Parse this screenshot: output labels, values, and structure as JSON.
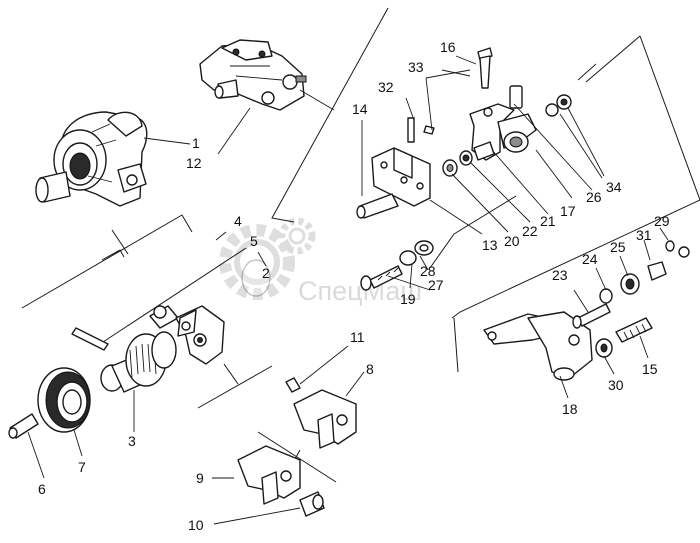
{
  "watermark": {
    "text": "СпецМаш",
    "color": "#bdbdbd"
  },
  "colors": {
    "ink": "#1a1a1a",
    "background": "#ffffff"
  },
  "labels": [
    {
      "id": "1",
      "text": "1"
    },
    {
      "id": "2",
      "text": "2"
    },
    {
      "id": "3",
      "text": "3"
    },
    {
      "id": "4",
      "text": "4"
    },
    {
      "id": "5",
      "text": "5"
    },
    {
      "id": "6",
      "text": "6"
    },
    {
      "id": "7",
      "text": "7"
    },
    {
      "id": "8",
      "text": "8"
    },
    {
      "id": "9",
      "text": "9"
    },
    {
      "id": "10",
      "text": "10"
    },
    {
      "id": "11",
      "text": "11"
    },
    {
      "id": "12",
      "text": "12"
    },
    {
      "id": "13",
      "text": "13"
    },
    {
      "id": "14",
      "text": "14"
    },
    {
      "id": "15",
      "text": "15"
    },
    {
      "id": "16",
      "text": "16"
    },
    {
      "id": "17",
      "text": "17"
    },
    {
      "id": "18",
      "text": "18"
    },
    {
      "id": "19",
      "text": "19"
    },
    {
      "id": "20",
      "text": "20"
    },
    {
      "id": "21",
      "text": "21"
    },
    {
      "id": "22",
      "text": "22"
    },
    {
      "id": "23",
      "text": "23"
    },
    {
      "id": "24",
      "text": "24"
    },
    {
      "id": "25",
      "text": "25"
    },
    {
      "id": "26",
      "text": "26"
    },
    {
      "id": "27",
      "text": "27"
    },
    {
      "id": "28",
      "text": "28"
    },
    {
      "id": "29",
      "text": "29"
    },
    {
      "id": "30",
      "text": "30"
    },
    {
      "id": "31",
      "text": "31"
    },
    {
      "id": "32",
      "text": "32"
    },
    {
      "id": "33",
      "text": "33"
    },
    {
      "id": "34",
      "text": "34"
    }
  ]
}
